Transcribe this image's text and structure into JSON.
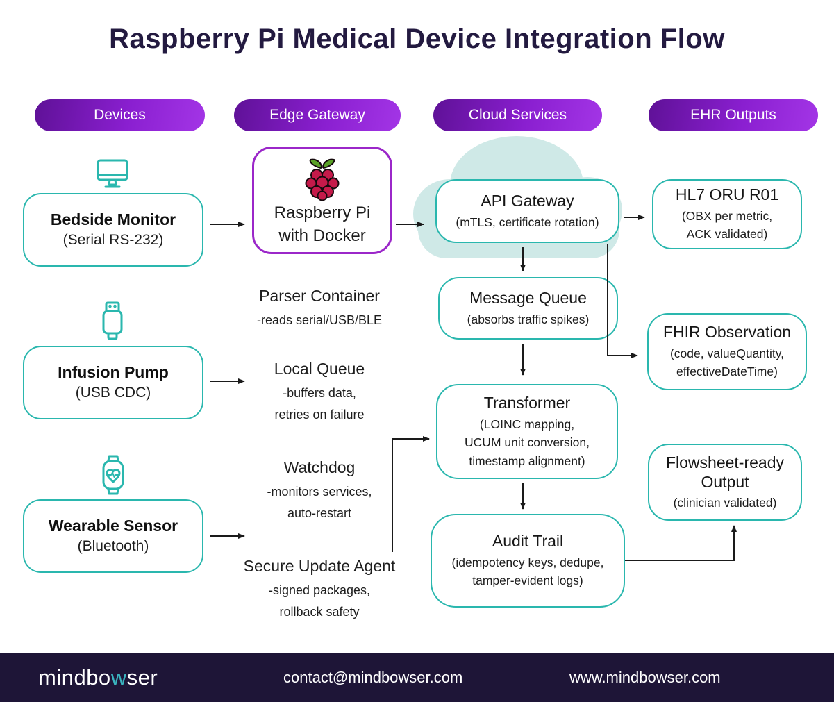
{
  "title": "Raspberry Pi Medical Device Integration Flow",
  "columns": [
    {
      "label": "Devices"
    },
    {
      "label": "Edge Gateway"
    },
    {
      "label": "Cloud Services"
    },
    {
      "label": "EHR Outputs"
    }
  ],
  "devices": {
    "items": [
      {
        "icon": "monitor-icon",
        "title": "Bedside Monitor",
        "subtitle": "(Serial RS-232)"
      },
      {
        "icon": "usb-drive-icon",
        "title": "Infusion Pump",
        "subtitle": "(USB CDC)"
      },
      {
        "icon": "smartwatch-icon",
        "title": "Wearable Sensor",
        "subtitle": "(Bluetooth)"
      }
    ]
  },
  "edge_gateway": {
    "gateway_box": {
      "icon": "raspberry-pi-icon",
      "line1": "Raspberry Pi",
      "line2": "with Docker"
    },
    "services": [
      {
        "title": "Parser Container",
        "details": [
          "-reads serial/USB/BLE"
        ]
      },
      {
        "title": "Local Queue",
        "details": [
          "-buffers data,",
          "retries on failure"
        ]
      },
      {
        "title": "Watchdog",
        "details": [
          "-monitors services,",
          "auto-restart"
        ]
      },
      {
        "title": "Secure Update Agent",
        "details": [
          "-signed packages,",
          "rollback safety"
        ]
      }
    ]
  },
  "cloud_services": {
    "backdrop_icon": "cloud-shape",
    "items": [
      {
        "title": "API Gateway",
        "sub_lines": [
          "(mTLS, certificate rotation)"
        ]
      },
      {
        "title": "Message Queue",
        "sub_lines": [
          "(absorbs traffic spikes)"
        ]
      },
      {
        "title": "Transformer",
        "sub_lines": [
          "(LOINC mapping,",
          "UCUM unit conversion,",
          "timestamp alignment)"
        ]
      },
      {
        "title": "Audit Trail",
        "sub_lines": [
          "(idempotency keys, dedupe,",
          "tamper-evident logs)"
        ]
      }
    ]
  },
  "ehr_outputs": {
    "items": [
      {
        "title": "HL7 ORU R01",
        "sub_lines": [
          "(OBX per metric,",
          "ACK validated)"
        ]
      },
      {
        "title": "FHIR Observation",
        "sub_lines": [
          "(code, valueQuantity,",
          "effectiveDateTime)"
        ]
      },
      {
        "title": "Flowsheet-ready Output",
        "sub_lines": [
          "(clinician validated)"
        ]
      }
    ]
  },
  "footer": {
    "logo_prefix": "mindbo",
    "logo_accent": "w",
    "logo_suffix": "ser",
    "email": "contact@mindbowser.com",
    "website": "www.mindbowser.com"
  },
  "colors": {
    "accent_teal": "#2ab7ae",
    "cloud_fill": "#cfe9e7",
    "pill_gradient_start": "#5f1197",
    "pill_gradient_end": "#a335e6",
    "rpi_border_purple": "#9b27c9",
    "title_navy": "#231a40",
    "footer_bg": "#1e1537",
    "logo_accent_teal": "#3ab5c0",
    "arrow_black": "#1a1a1a",
    "raspberry_red": "#c51a4a",
    "leaf_green": "#59a127"
  }
}
